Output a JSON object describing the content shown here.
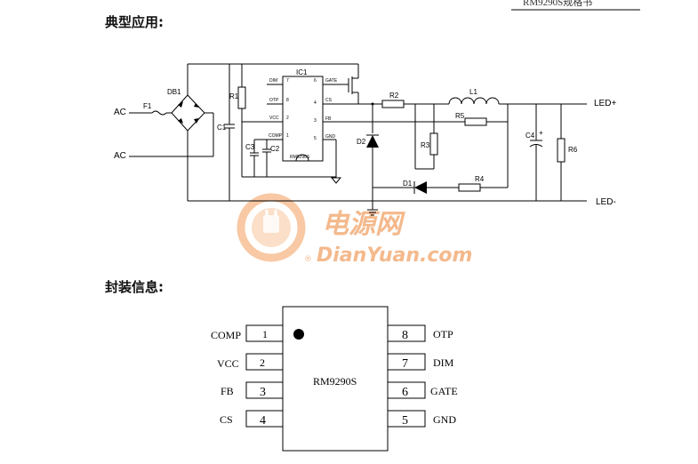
{
  "header": {
    "partial_text": "RM9290S规格书"
  },
  "sections": {
    "typical_app": "典型应用:",
    "package_info": "封装信息:"
  },
  "schematic": {
    "ac_top": "AC",
    "ac_bottom": "AC",
    "fuse": "F1",
    "bridge": "DB1",
    "r1": "R1",
    "c1": "C1",
    "ic": "IC1",
    "ic_left_pins": [
      {
        "name": "DIM",
        "num": "7"
      },
      {
        "name": "OTP",
        "num": "8"
      },
      {
        "name": "VCC",
        "num": "2"
      },
      {
        "name": "COMP",
        "num": "1"
      }
    ],
    "ic_right_pins": [
      {
        "name": "GATE",
        "num": "6"
      },
      {
        "name": "CS",
        "num": "4"
      },
      {
        "name": "FB",
        "num": "3"
      },
      {
        "name": "GND",
        "num": "5"
      }
    ],
    "ic_part": "RM9290S",
    "c3": "C3",
    "c2": "C2",
    "d2": "D2",
    "r2": "R2",
    "r3": "R3",
    "l1": "L1",
    "r5": "R5",
    "c4": "C4",
    "c4_plus": "+",
    "r6": "R6",
    "d1": "D1",
    "r4": "R4",
    "led_plus": "LED+",
    "led_minus": "LED-"
  },
  "watermark": {
    "cn": "电源网",
    "en": "DianYuan.com",
    "reg": "®"
  },
  "package": {
    "part": "RM9290S",
    "left_pins": [
      {
        "num": "1",
        "name": "COMP"
      },
      {
        "num": "2",
        "name": "VCC"
      },
      {
        "num": "3",
        "name": "FB"
      },
      {
        "num": "4",
        "name": "CS"
      }
    ],
    "right_pins": [
      {
        "num": "8",
        "name": "OTP"
      },
      {
        "num": "7",
        "name": "DIM"
      },
      {
        "num": "6",
        "name": "GATE"
      },
      {
        "num": "5",
        "name": "GND"
      }
    ]
  }
}
